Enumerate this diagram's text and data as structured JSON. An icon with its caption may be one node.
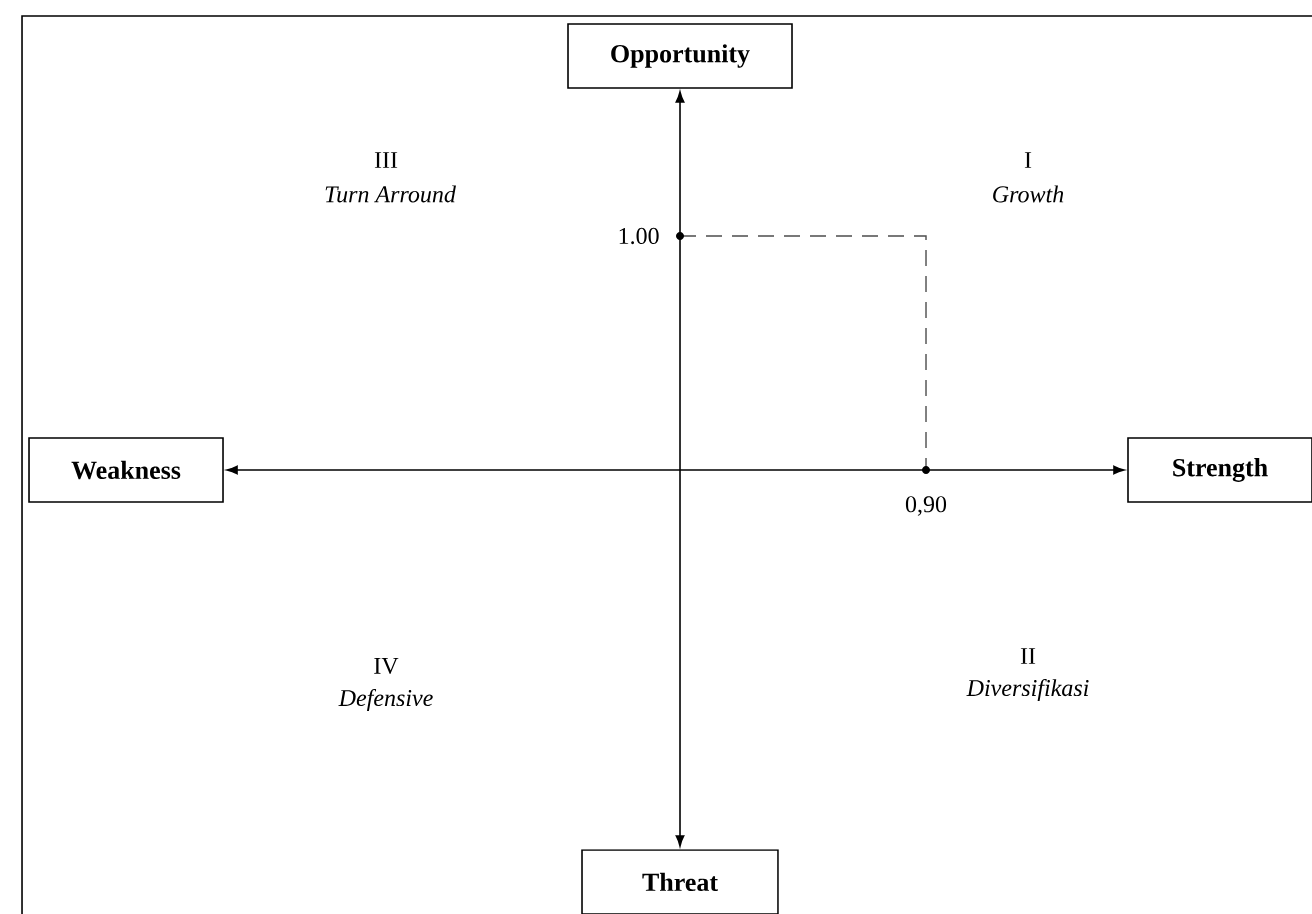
{
  "diagram": {
    "nodes": [
      {
        "text": [
          "Opportunity"
        ]
      },
      {
        "text": [
          "Weakness"
        ]
      },
      {
        "text": [
          "Strength"
        ]
      },
      {
        "text": [
          "Threat"
        ]
      }
    ],
    "edges": [
      {
        "from": 1,
        "to": 2,
        "arrow": "both"
      },
      {
        "from": 3,
        "to": 0,
        "arrow": "both"
      }
    ],
    "labels": [
      "III",
      "Turn Arround",
      "I",
      "Growth",
      "1.00",
      "0,90",
      "IV",
      "Defensive",
      "II",
      "Diversifikasi"
    ]
  }
}
